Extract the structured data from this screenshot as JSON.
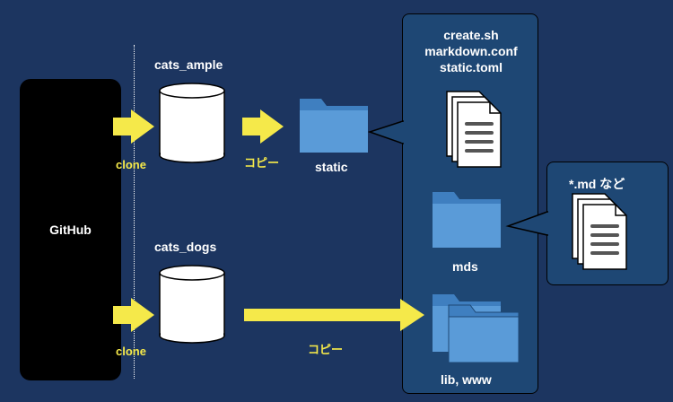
{
  "github": {
    "label": "GitHub"
  },
  "repos": {
    "ample": {
      "name": "cats_ample",
      "action": "clone"
    },
    "dogs": {
      "name": "cats_dogs",
      "action": "clone"
    }
  },
  "copy_labels": {
    "top": "コピー",
    "bottom": "コピー"
  },
  "folders": {
    "static": "static",
    "mds": "mds",
    "lib_www": "lib, www"
  },
  "files": [
    "create.sh",
    "markdown.conf",
    "static.toml"
  ],
  "md_note": "*.md など",
  "colors": {
    "background": "#1c3560",
    "panel": "#1e4774",
    "arrow": "#f5e94a",
    "folder": "#5a9bd8",
    "folder_dark": "#3f7fc0"
  }
}
